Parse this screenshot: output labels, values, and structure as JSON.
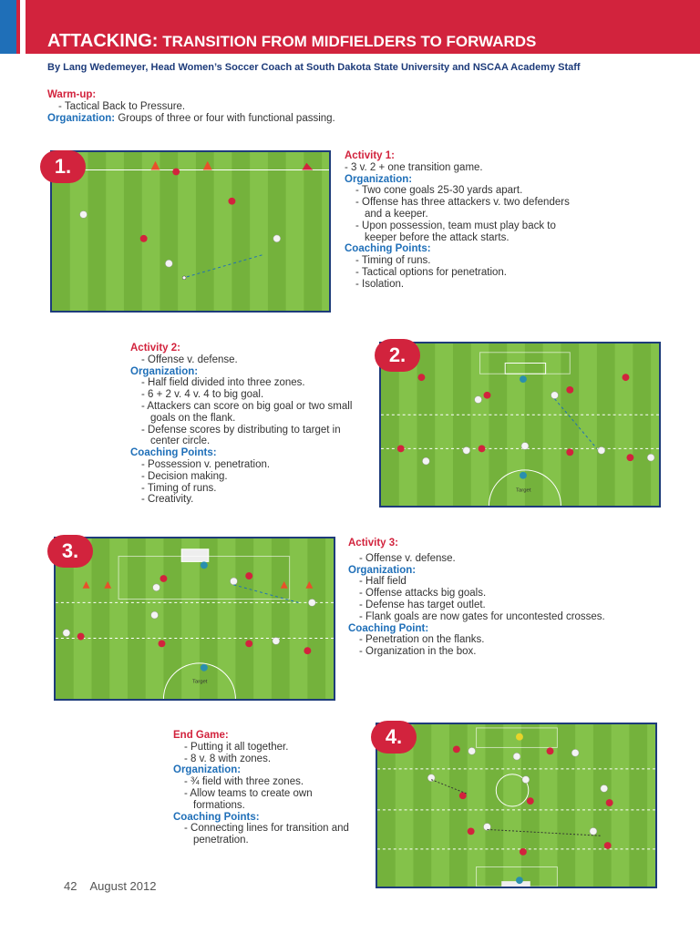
{
  "header": {
    "title_lead": "ATTACKING:",
    "title_rest": " TRANSITION FROM MIDFIELDERS TO FORWARDS"
  },
  "byline": "By Lang Wedemeyer, Head Women’s Soccer Coach at South Dakota State University and NSCAA Academy Staff",
  "warmup": {
    "heading": "Warm-up:",
    "items": [
      "Tactical Back to Pressure."
    ],
    "org_label": "Organization:",
    "org_text": " Groups of three or four with functional passing."
  },
  "activities": [
    {
      "number": "1.",
      "title": "Activity 1:",
      "intro": [
        "3 v. 2 + one transition game."
      ],
      "org_heading": "Organization:",
      "org": [
        "Two cone goals 25-30 yards apart.",
        "Offense has three attackers v. two defenders and a keeper.",
        "Upon possession, team must play back to keeper before the attack starts."
      ],
      "cp_heading": "Coaching Points:",
      "cp": [
        "Timing of runs.",
        "Tactical options for penetration.",
        "Isolation."
      ]
    },
    {
      "number": "2.",
      "title": "Activity 2:",
      "intro": [
        "Offense v. defense."
      ],
      "org_heading": "Organization:",
      "org": [
        "Half field divided into three zones.",
        "6 + 2 v. 4 v. 4 to big goal.",
        "Attackers can score on big goal or two small goals on the flank.",
        "Defense scores by distributing to target in center circle."
      ],
      "cp_heading": "Coaching Points:",
      "cp": [
        "Possession v. penetration.",
        "Decision making.",
        "Timing of runs.",
        "Creativity."
      ],
      "target_label": "Target"
    },
    {
      "number": "3.",
      "title": "Activity 3:",
      "intro": [
        "Offense v. defense."
      ],
      "org_heading": "Organization:",
      "org": [
        "Half field",
        "Offense attacks big goals.",
        "Defense has target outlet.",
        "Flank goals are now gates for uncontested crosses."
      ],
      "cp_heading": "Coaching Point:",
      "cp": [
        "Penetration on the flanks.",
        "Organization in the box."
      ],
      "target_label": "Target"
    },
    {
      "number": "4.",
      "title": "End Game:",
      "intro": [
        "Putting it all together.",
        "8 v. 8 with zones."
      ],
      "org_heading": "Organization:",
      "org": [
        "¾ field with three zones.",
        "Allow teams to create own formations."
      ],
      "cp_heading": "Coaching Points:",
      "cp": [
        "Connecting lines for transition and penetration."
      ]
    }
  ],
  "footer": {
    "page": "42",
    "date": "August 2012"
  },
  "colors": {
    "brand_red": "#d2233d",
    "brand_blue": "#1f6fb8",
    "navy": "#1d3b7a",
    "grass_light": "#84c24a",
    "grass_dark": "#74b23c"
  }
}
